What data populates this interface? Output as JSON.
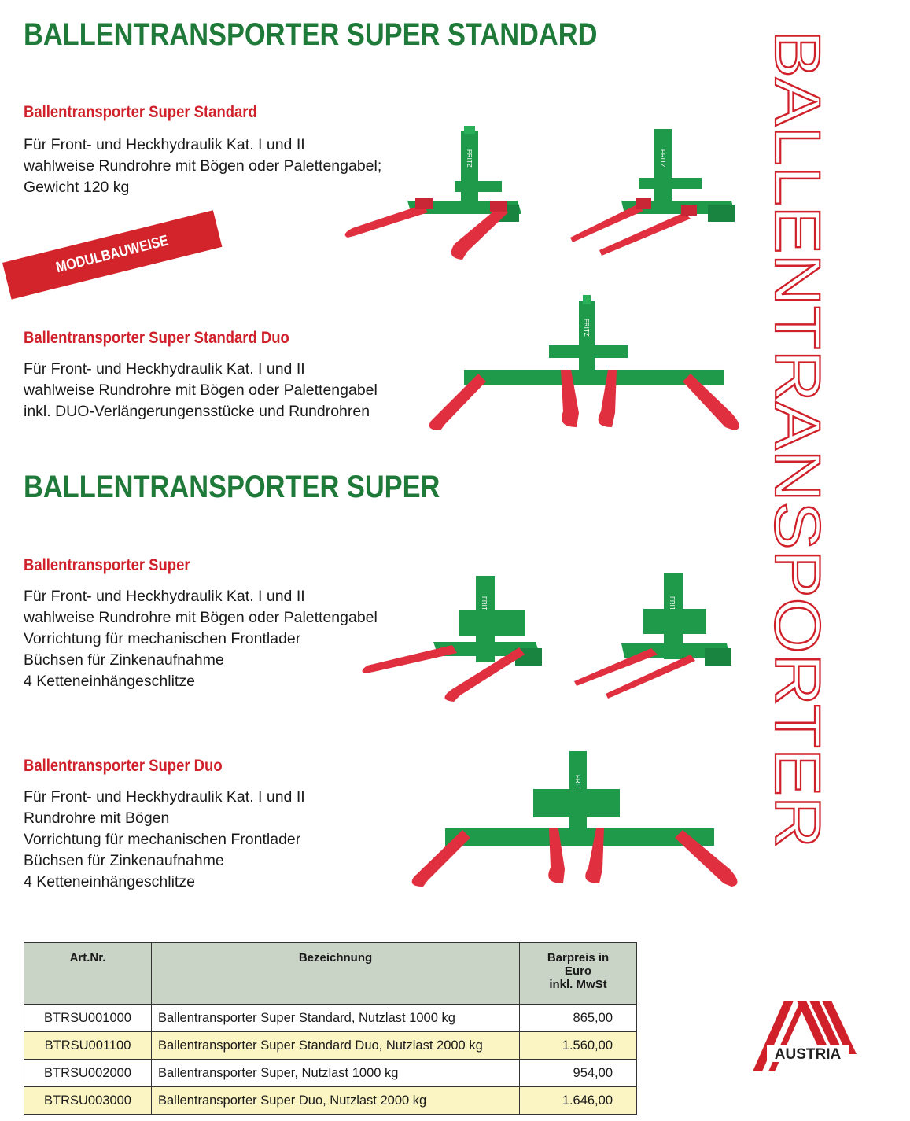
{
  "section1": {
    "heading": "BALLENTRANSPORTER SUPER STANDARD",
    "products": [
      {
        "title": "Ballentransporter Super Standard",
        "lines": [
          "Für Front- und Heckhydraulik Kat. I und II",
          "wahlweise Rundrohre mit Bögen oder Palettengabel;",
          "Gewicht 120 kg"
        ]
      },
      {
        "title": "Ballentransporter Super Standard Duo",
        "lines": [
          "Für Front- und Heckhydraulik Kat. I und II",
          "wahlweise Rundrohre mit Bögen oder Palettengabel",
          "inkl. DUO-Verlängerungensstücke und Rundrohren"
        ]
      }
    ]
  },
  "banner": "MODULBAUWEISE",
  "section2": {
    "heading": "BALLENTRANSPORTER SUPER",
    "products": [
      {
        "title": "Ballentransporter Super",
        "lines": [
          "Für Front- und Heckhydraulik Kat. I und II",
          "wahlweise Rundrohre mit Bögen oder Palettengabel",
          "Vorrichtung für mechanischen Frontlader",
          "Büchsen für Zinkenaufnahme",
          "4 Ketteneinhängeschlitze"
        ]
      },
      {
        "title": "Ballentransporter Super Duo",
        "lines": [
          "Für Front- und Heckhydraulik Kat. I und II",
          "Rundrohre mit Bögen",
          "Vorrichtung für mechanischen Frontlader",
          "Büchsen für Zinkenaufnahme",
          "4 Ketteneinhängeschlitze"
        ]
      }
    ]
  },
  "vertical_title": "BALLENTRANSPORTER",
  "machine_brand": "FRITZ",
  "table": {
    "headers": [
      "Art.Nr.",
      "Bezeichnung",
      "Barpreis in",
      "Euro",
      "inkl. MwSt"
    ],
    "rows": [
      {
        "art": "BTRSU001000",
        "name": "Ballentransporter Super Standard, Nutzlast 1000 kg",
        "price": "865,00"
      },
      {
        "art": "BTRSU001100",
        "name": "Ballentransporter Super Standard Duo, Nutzlast 2000 kg",
        "price": "1.560,00"
      },
      {
        "art": "BTRSU002000",
        "name": "Ballentransporter Super, Nutzlast 1000 kg",
        "price": "954,00"
      },
      {
        "art": "BTRSU003000",
        "name": "Ballentransporter Super Duo, Nutzlast 2000 kg",
        "price": "1.646,00"
      }
    ]
  },
  "logo": {
    "text": "AUSTRIA"
  },
  "colors": {
    "green": "#1f7a3a",
    "red": "#d0202a",
    "machine_green": "#1e9a4a",
    "machine_red": "#e03040",
    "table_header": "#c9d3c6",
    "table_alt": "#fbf5c4"
  }
}
